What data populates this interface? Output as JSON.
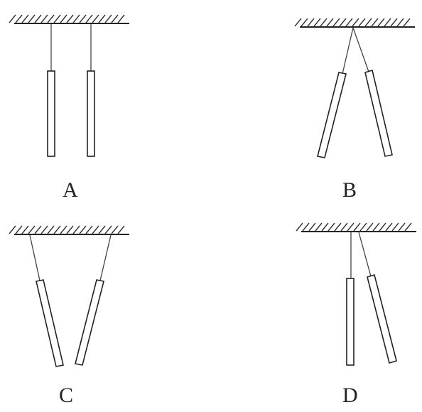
{
  "panels": [
    {
      "id": "A",
      "label": "A"
    },
    {
      "id": "B",
      "label": "B"
    },
    {
      "id": "C",
      "label": "C"
    },
    {
      "id": "D",
      "label": "D"
    }
  ],
  "colors": {
    "line": "#222222",
    "background": "#ffffff"
  }
}
